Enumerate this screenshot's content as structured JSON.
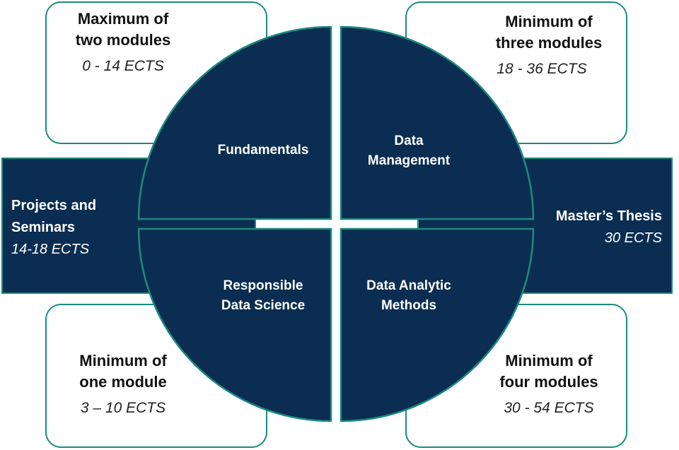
{
  "boxes": {
    "top_left": {
      "line1": "Maximum of",
      "line2": "two modules",
      "ects": "0 - 14 ECTS"
    },
    "top_right": {
      "line1": "Minimum of",
      "line2": "three modules",
      "ects": "18 - 36 ECTS"
    },
    "bottom_left": {
      "line1": "Minimum of",
      "line2": "one module",
      "ects": "3 – 10 ECTS"
    },
    "bottom_right": {
      "line1": "Minimum of",
      "line2": "four modules",
      "ects": "30 - 54 ECTS"
    }
  },
  "bands": {
    "left": {
      "line1": "Projects and",
      "line2": "Seminars",
      "ects": "14-18 ECTS"
    },
    "right": {
      "line1": "Master’s Thesis",
      "ects": "30 ECTS"
    }
  },
  "quadrants": {
    "top_left": {
      "line1": "Fundamentals"
    },
    "top_right": {
      "line1": "Data",
      "line2": "Management"
    },
    "bottom_left": {
      "line1": "Responsible",
      "line2": "Data Science"
    },
    "bottom_right": {
      "line1": "Data Analytic",
      "line2": "Methods"
    }
  },
  "colors": {
    "navy": "#0b2d51",
    "teal": "#1b8a80"
  }
}
